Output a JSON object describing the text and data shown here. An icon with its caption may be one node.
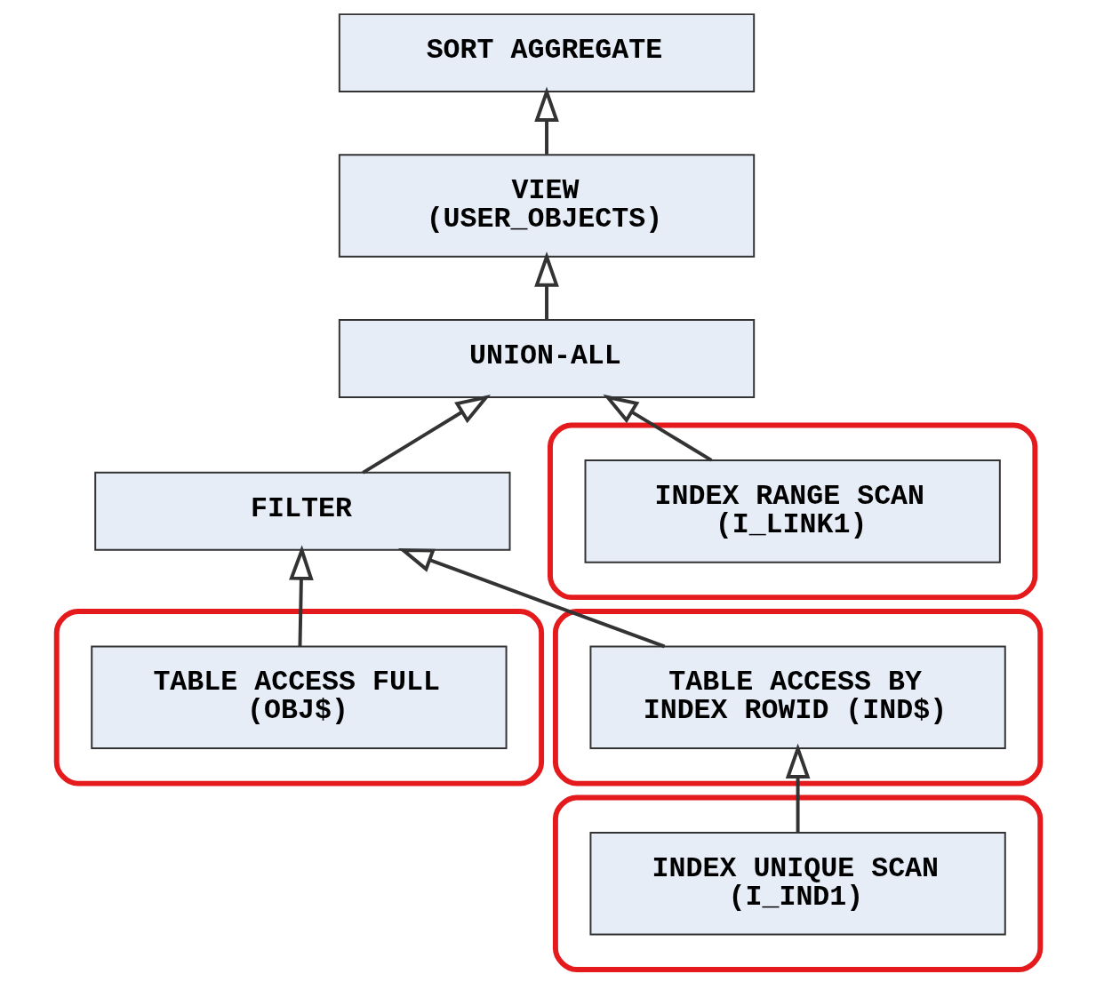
{
  "diagram": {
    "nodes": [
      {
        "text": [
          "SORT AGGREGATE"
        ]
      },
      {
        "text": [
          "VIEW (USER_OBJECTS)"
        ]
      },
      {
        "text": [
          "UNION-ALL"
        ]
      },
      {
        "text": [
          "FILTER"
        ]
      },
      {
        "text": [],
        "shape": "ellipse"
      },
      {
        "text": [
          "INDEX RANGE SCAN (I_LINK1)"
        ],
        "in": 4
      },
      {
        "text": [],
        "shape": "ellipse"
      },
      {
        "text": [
          "TABLE ACCESS FULL (OBJ$)"
        ],
        "in": 6
      },
      {
        "text": [],
        "shape": "ellipse"
      },
      {
        "text": [
          "TABLE ACCESS BY INDEX ROWID (IND$)"
        ],
        "in": 8
      },
      {
        "text": [],
        "shape": "ellipse"
      },
      {
        "text": [
          "INDEX UNIQUE SCAN (I_IND1)"
        ],
        "in": 10
      }
    ],
    "edges": [
      {
        "from": 1,
        "to": 0,
        "arrow": "to"
      },
      {
        "from": 2,
        "to": 1,
        "arrow": "to"
      },
      {
        "from": 3,
        "to": 2,
        "arrow": "to"
      },
      {
        "from": 5,
        "to": 2,
        "arrow": "to"
      },
      {
        "from": 7,
        "to": 3,
        "arrow": "to"
      },
      {
        "from": 9,
        "to": 3,
        "arrow": "to"
      },
      {
        "from": 11,
        "to": 9,
        "arrow": "to"
      }
    ]
  }
}
